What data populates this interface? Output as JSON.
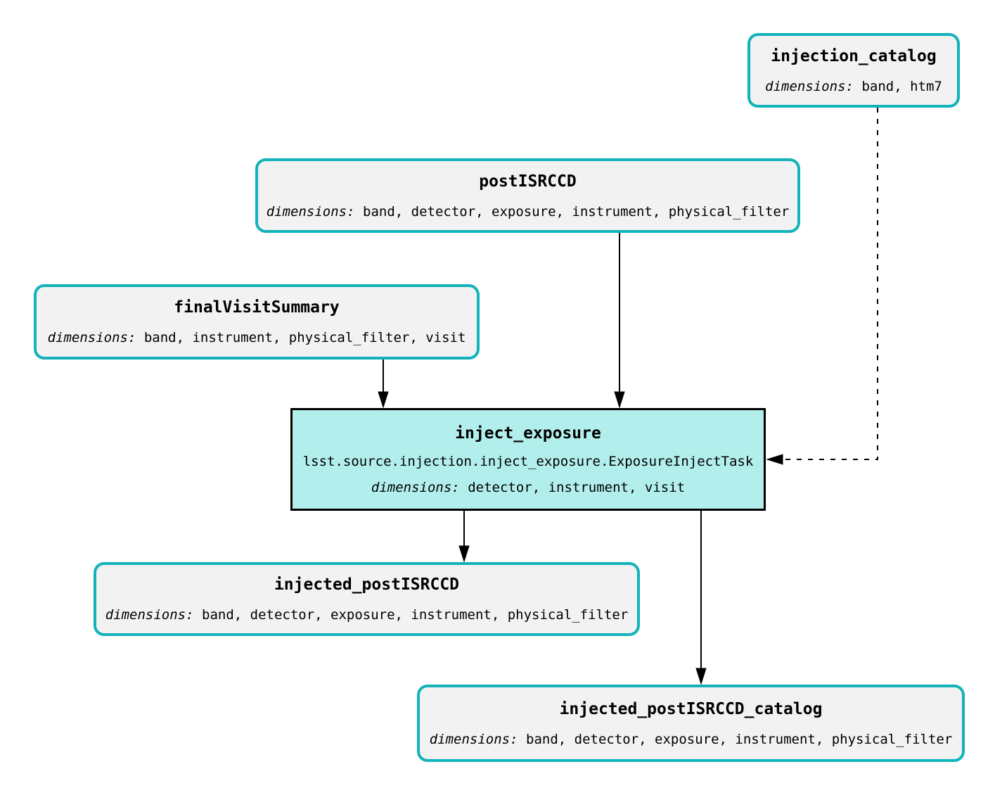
{
  "colors": {
    "dataset_border": "#12b3bb",
    "dataset_fill": "#f2f2f2",
    "task_fill": "#b2efec",
    "task_border": "#000000",
    "edge": "#000000",
    "background": "#ffffff"
  },
  "nodes": [
    {
      "id": "injection_catalog",
      "type": "dataset",
      "title": "injection_catalog",
      "dimensions_label": "dimensions:",
      "dimensions": "band, htm7"
    },
    {
      "id": "postISRCCD",
      "type": "dataset",
      "title": "postISRCCD",
      "dimensions_label": "dimensions:",
      "dimensions": "band, detector, exposure, instrument, physical_filter"
    },
    {
      "id": "finalVisitSummary",
      "type": "dataset",
      "title": "finalVisitSummary",
      "dimensions_label": "dimensions:",
      "dimensions": "band, instrument, physical_filter, visit"
    },
    {
      "id": "inject_exposure",
      "type": "task",
      "title": "inject_exposure",
      "task_class": "lsst.source.injection.inject_exposure.ExposureInjectTask",
      "dimensions_label": "dimensions:",
      "dimensions": "detector, instrument, visit"
    },
    {
      "id": "injected_postISRCCD",
      "type": "dataset",
      "title": "injected_postISRCCD",
      "dimensions_label": "dimensions:",
      "dimensions": "band, detector, exposure, instrument, physical_filter"
    },
    {
      "id": "injected_postISRCCD_catalog",
      "type": "dataset",
      "title": "injected_postISRCCD_catalog",
      "dimensions_label": "dimensions:",
      "dimensions": "band, detector, exposure, instrument, physical_filter"
    }
  ],
  "edges": [
    {
      "from": "postISRCCD",
      "to": "inject_exposure",
      "style": "solid"
    },
    {
      "from": "finalVisitSummary",
      "to": "inject_exposure",
      "style": "solid"
    },
    {
      "from": "injection_catalog",
      "to": "inject_exposure",
      "style": "dashed"
    },
    {
      "from": "inject_exposure",
      "to": "injected_postISRCCD",
      "style": "solid"
    },
    {
      "from": "inject_exposure",
      "to": "injected_postISRCCD_catalog",
      "style": "solid"
    }
  ]
}
